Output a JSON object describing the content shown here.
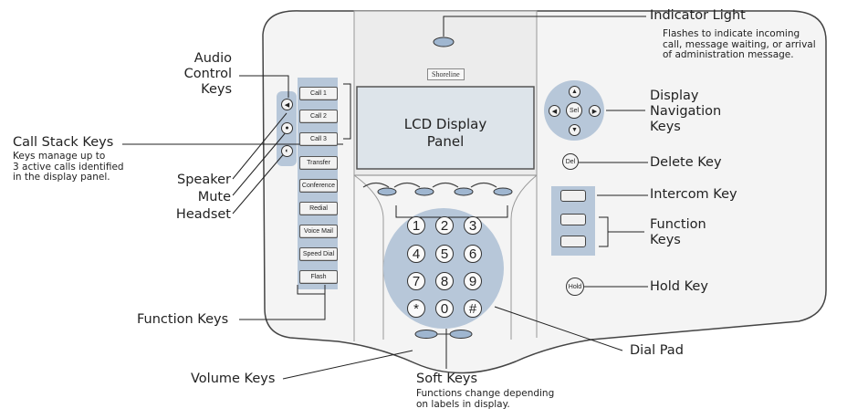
{
  "labels": {
    "indicator_light": "Indicator Light",
    "indicator_desc": [
      "Flashes to indicate incoming",
      "call, message waiting, or arrival",
      "of administration message."
    ],
    "audio_control": [
      "Audio",
      "Control",
      "Keys"
    ],
    "call_stack": "Call Stack Keys",
    "call_stack_desc": [
      "Keys manage up to",
      "3 active calls identified",
      "in the display panel."
    ],
    "speaker": "Speaker",
    "mute": "Mute",
    "headset": "Headset",
    "display_nav": [
      "Display",
      "Navigation",
      "Keys"
    ],
    "delete_key": "Delete Key",
    "intercom_key": "Intercom Key",
    "function_keys_right": [
      "Function",
      "Keys"
    ],
    "hold_key": "Hold Key",
    "function_keys_left": "Function Keys",
    "dial_pad": "Dial Pad",
    "volume_keys": "Volume Keys",
    "soft_keys": "Soft Keys",
    "soft_keys_desc": [
      "Functions change depending",
      "on labels in display."
    ],
    "lcd": [
      "LCD Display",
      "Panel"
    ]
  },
  "phone": {
    "logo": "Shoreline",
    "left_keys": [
      "Call 1",
      "Call 2",
      "Call 3",
      "Transfer",
      "Conference",
      "Redial",
      "Voice Mail",
      "Speed Dial",
      "Flash"
    ],
    "dialpad": [
      "1",
      "2",
      "3",
      "4",
      "5",
      "6",
      "7",
      "8",
      "9",
      "*",
      "0",
      "#"
    ],
    "nav_center": "Sel",
    "delete": "Del",
    "hold": "Hold"
  },
  "colors": {
    "highlight": "#9fb6d0",
    "outline": "#333333"
  }
}
